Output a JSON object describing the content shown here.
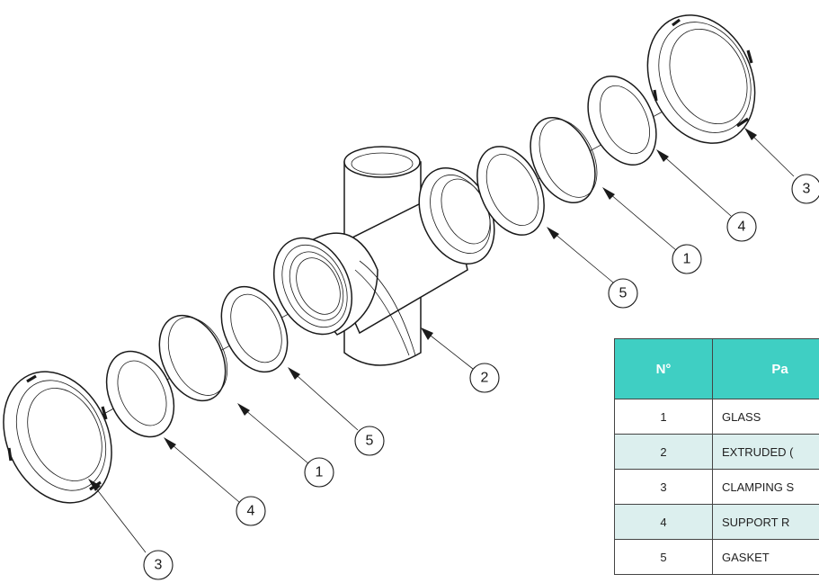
{
  "parts_table": {
    "headers": {
      "number": "N°",
      "part": "Pa"
    },
    "rows": [
      {
        "number": "1",
        "part": "GLASS",
        "shaded": false
      },
      {
        "number": "2",
        "part": "EXTRUDED (",
        "shaded": true
      },
      {
        "number": "3",
        "part": "CLAMPING S",
        "shaded": false
      },
      {
        "number": "4",
        "part": "SUPPORT R",
        "shaded": true
      },
      {
        "number": "5",
        "part": "GASKET",
        "shaded": false
      }
    ],
    "header_color": "#3fcfc3",
    "shade_color": "#dcefee"
  },
  "balloons": [
    {
      "label": "3"
    },
    {
      "label": "4"
    },
    {
      "label": "1"
    },
    {
      "label": "5"
    },
    {
      "label": "2"
    },
    {
      "label": "5"
    },
    {
      "label": "1"
    },
    {
      "label": "4"
    },
    {
      "label": "3"
    }
  ]
}
